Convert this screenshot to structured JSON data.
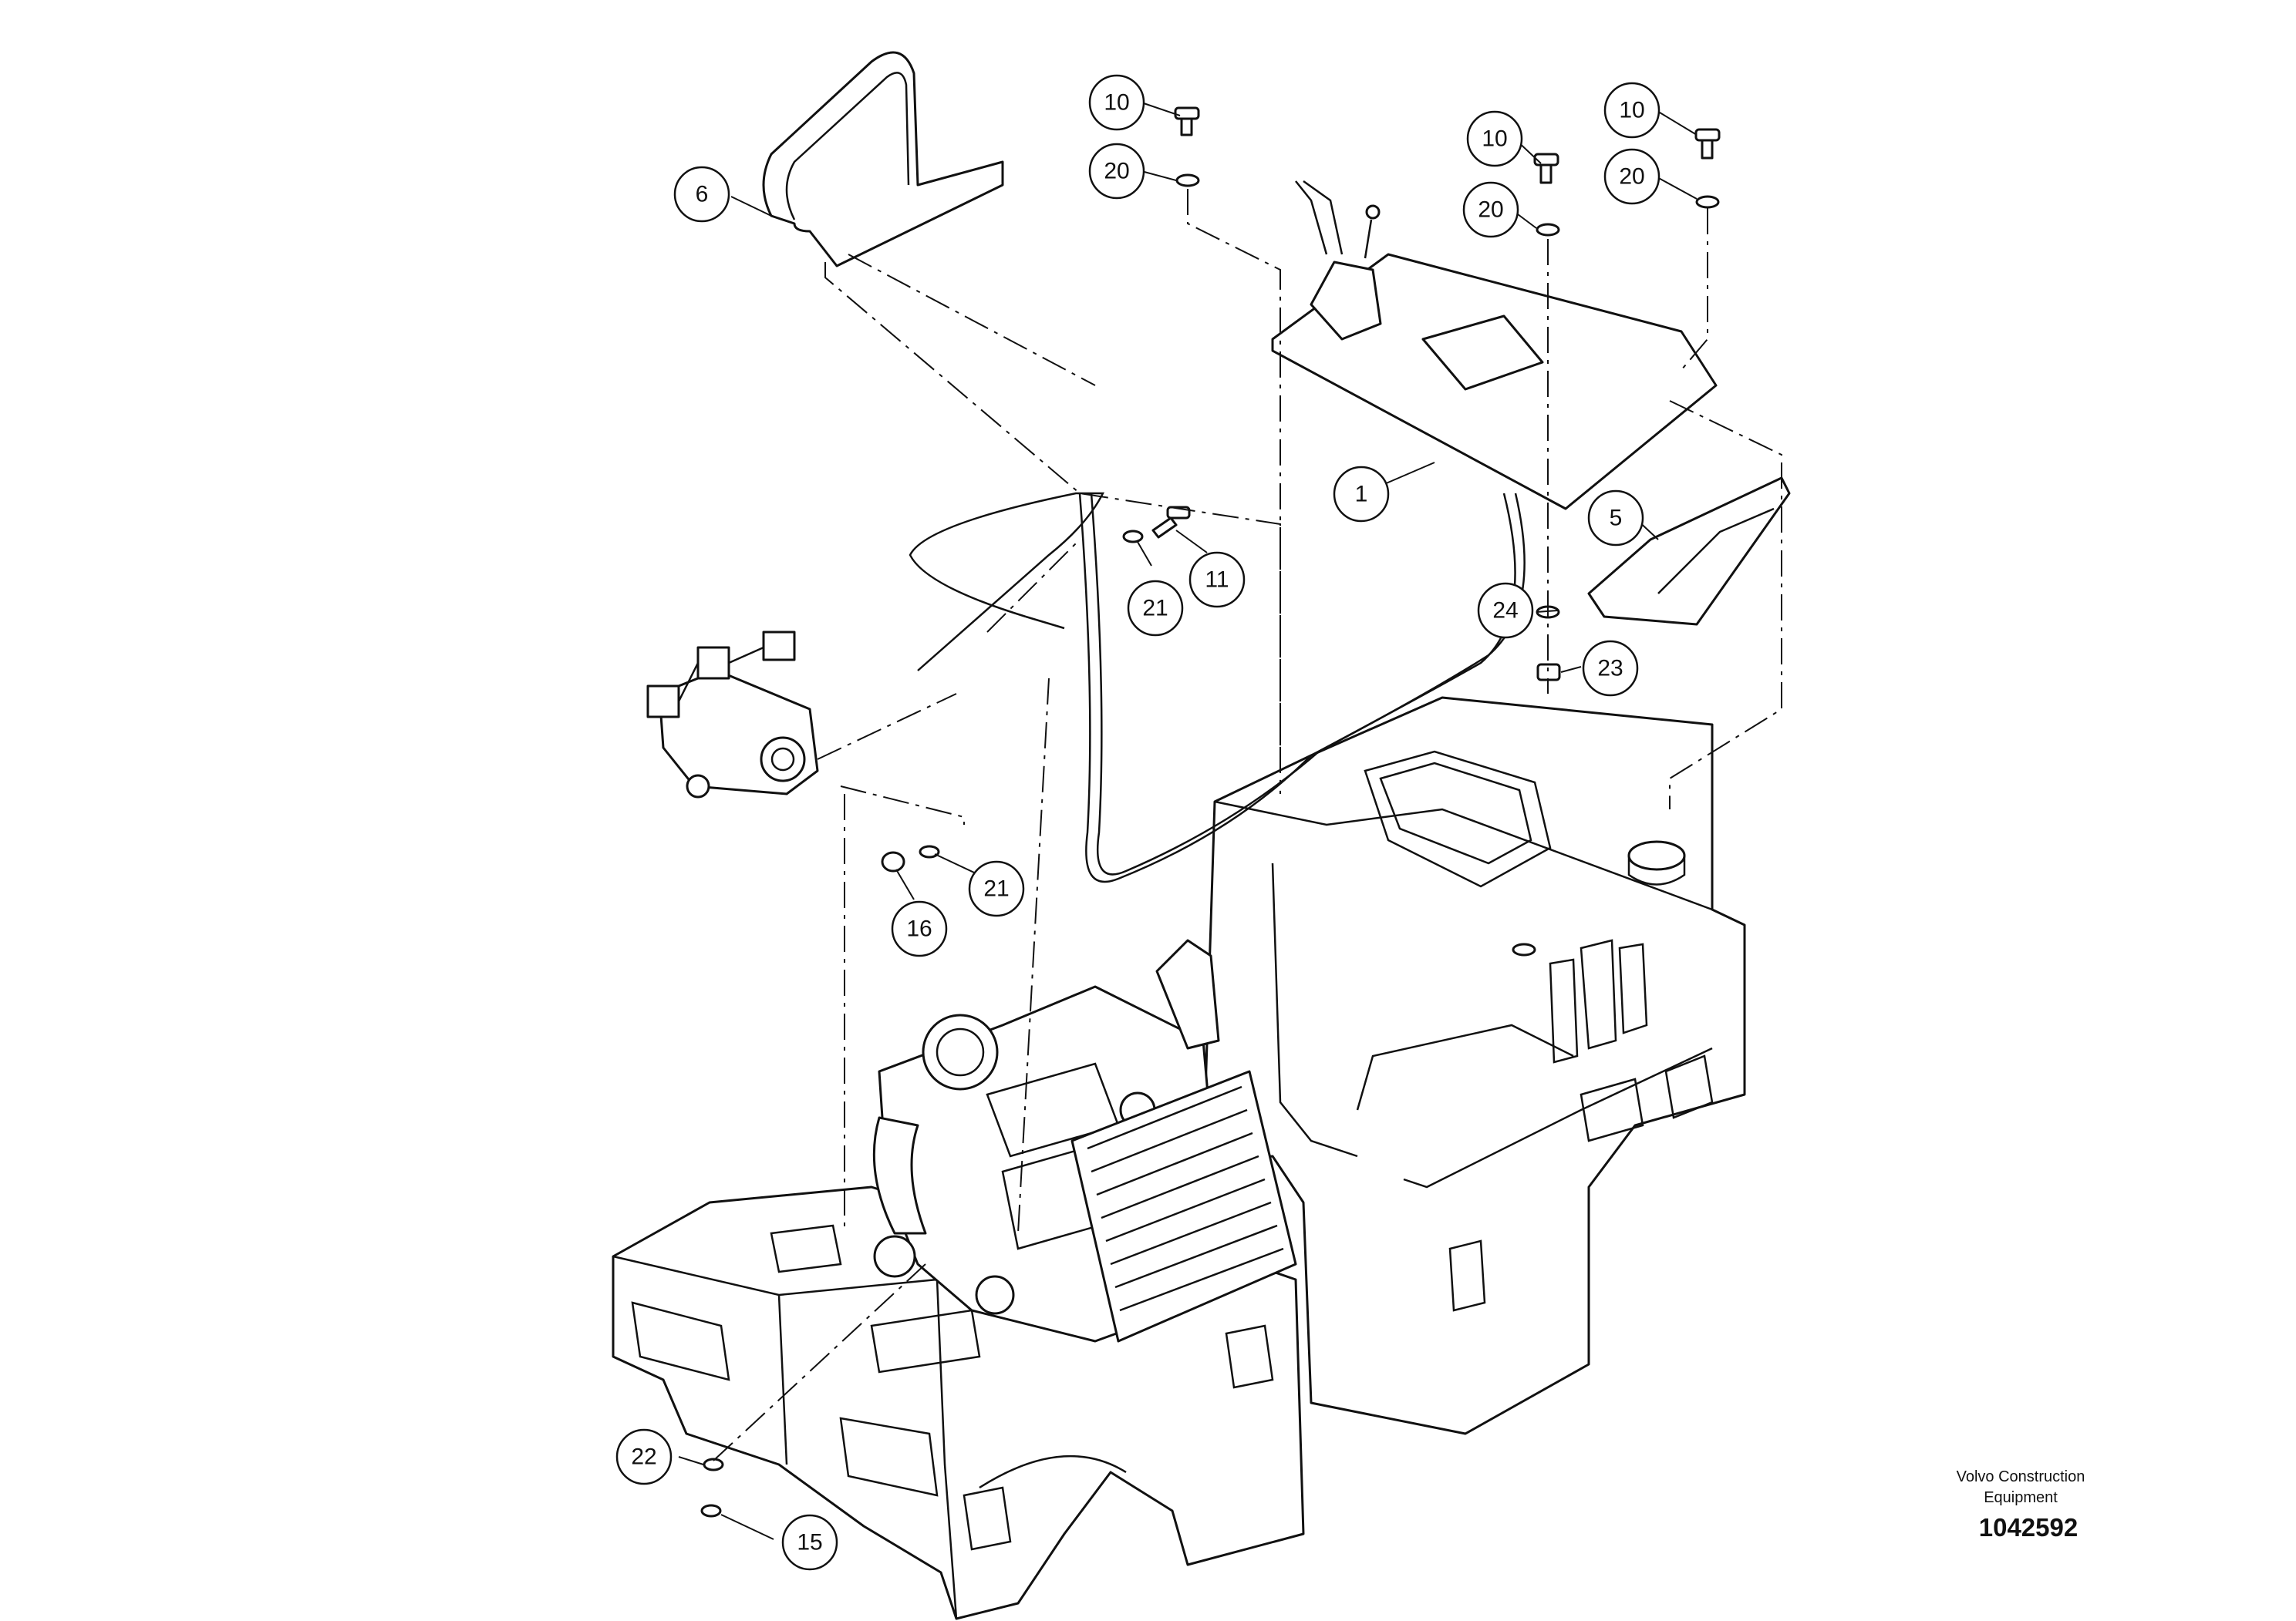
{
  "parts": [
    {
      "ref": "1"
    },
    {
      "ref": "5"
    },
    {
      "ref": "6"
    },
    {
      "ref": "10"
    },
    {
      "ref": "11"
    },
    {
      "ref": "15"
    },
    {
      "ref": "16"
    },
    {
      "ref": "20"
    },
    {
      "ref": "21"
    },
    {
      "ref": "22"
    },
    {
      "ref": "23"
    },
    {
      "ref": "24"
    }
  ],
  "callouts": {
    "b1": "1",
    "b5": "5",
    "b6": "6",
    "b10a": "10",
    "b10b": "10",
    "b10c": "10",
    "b20a": "20",
    "b20b": "20",
    "b20c": "20",
    "b11": "11",
    "b21a": "21",
    "b21b": "21",
    "b16": "16",
    "b22": "22",
    "b15": "15",
    "b23": "23",
    "b24": "24"
  },
  "footer": {
    "brand_line1": "Volvo Construction",
    "brand_line2": "Equipment",
    "drawing_number": "1042592"
  }
}
